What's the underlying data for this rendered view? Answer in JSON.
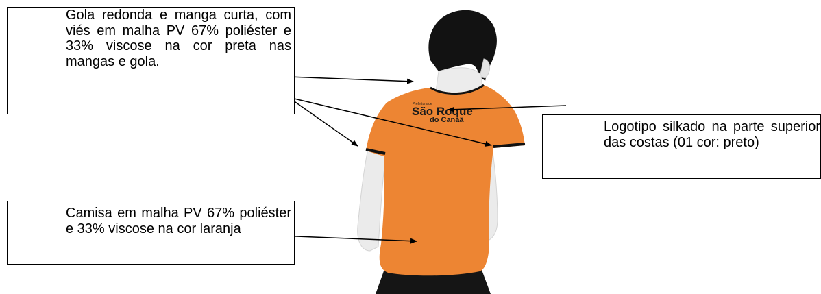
{
  "callouts": {
    "collar": "Gola redonda e manga curta, com viés em malha PV 67% poliéster e 33% viscose na cor preta nas mangas e gola.",
    "logo": "Logotipo silkado na parte superior das costas (01 cor: preto)",
    "fabric": "Camisa em malha PV 67% poliéster e 33% viscose na cor laranja"
  },
  "logo": {
    "line1": "Prefeitura de",
    "line2": "São Roque",
    "line3": "do Canaã"
  },
  "colors": {
    "shirt": "#ed8533",
    "trim": "#111111",
    "hair": "#121212",
    "skin": "#eaeaea",
    "pants": "#151515"
  }
}
